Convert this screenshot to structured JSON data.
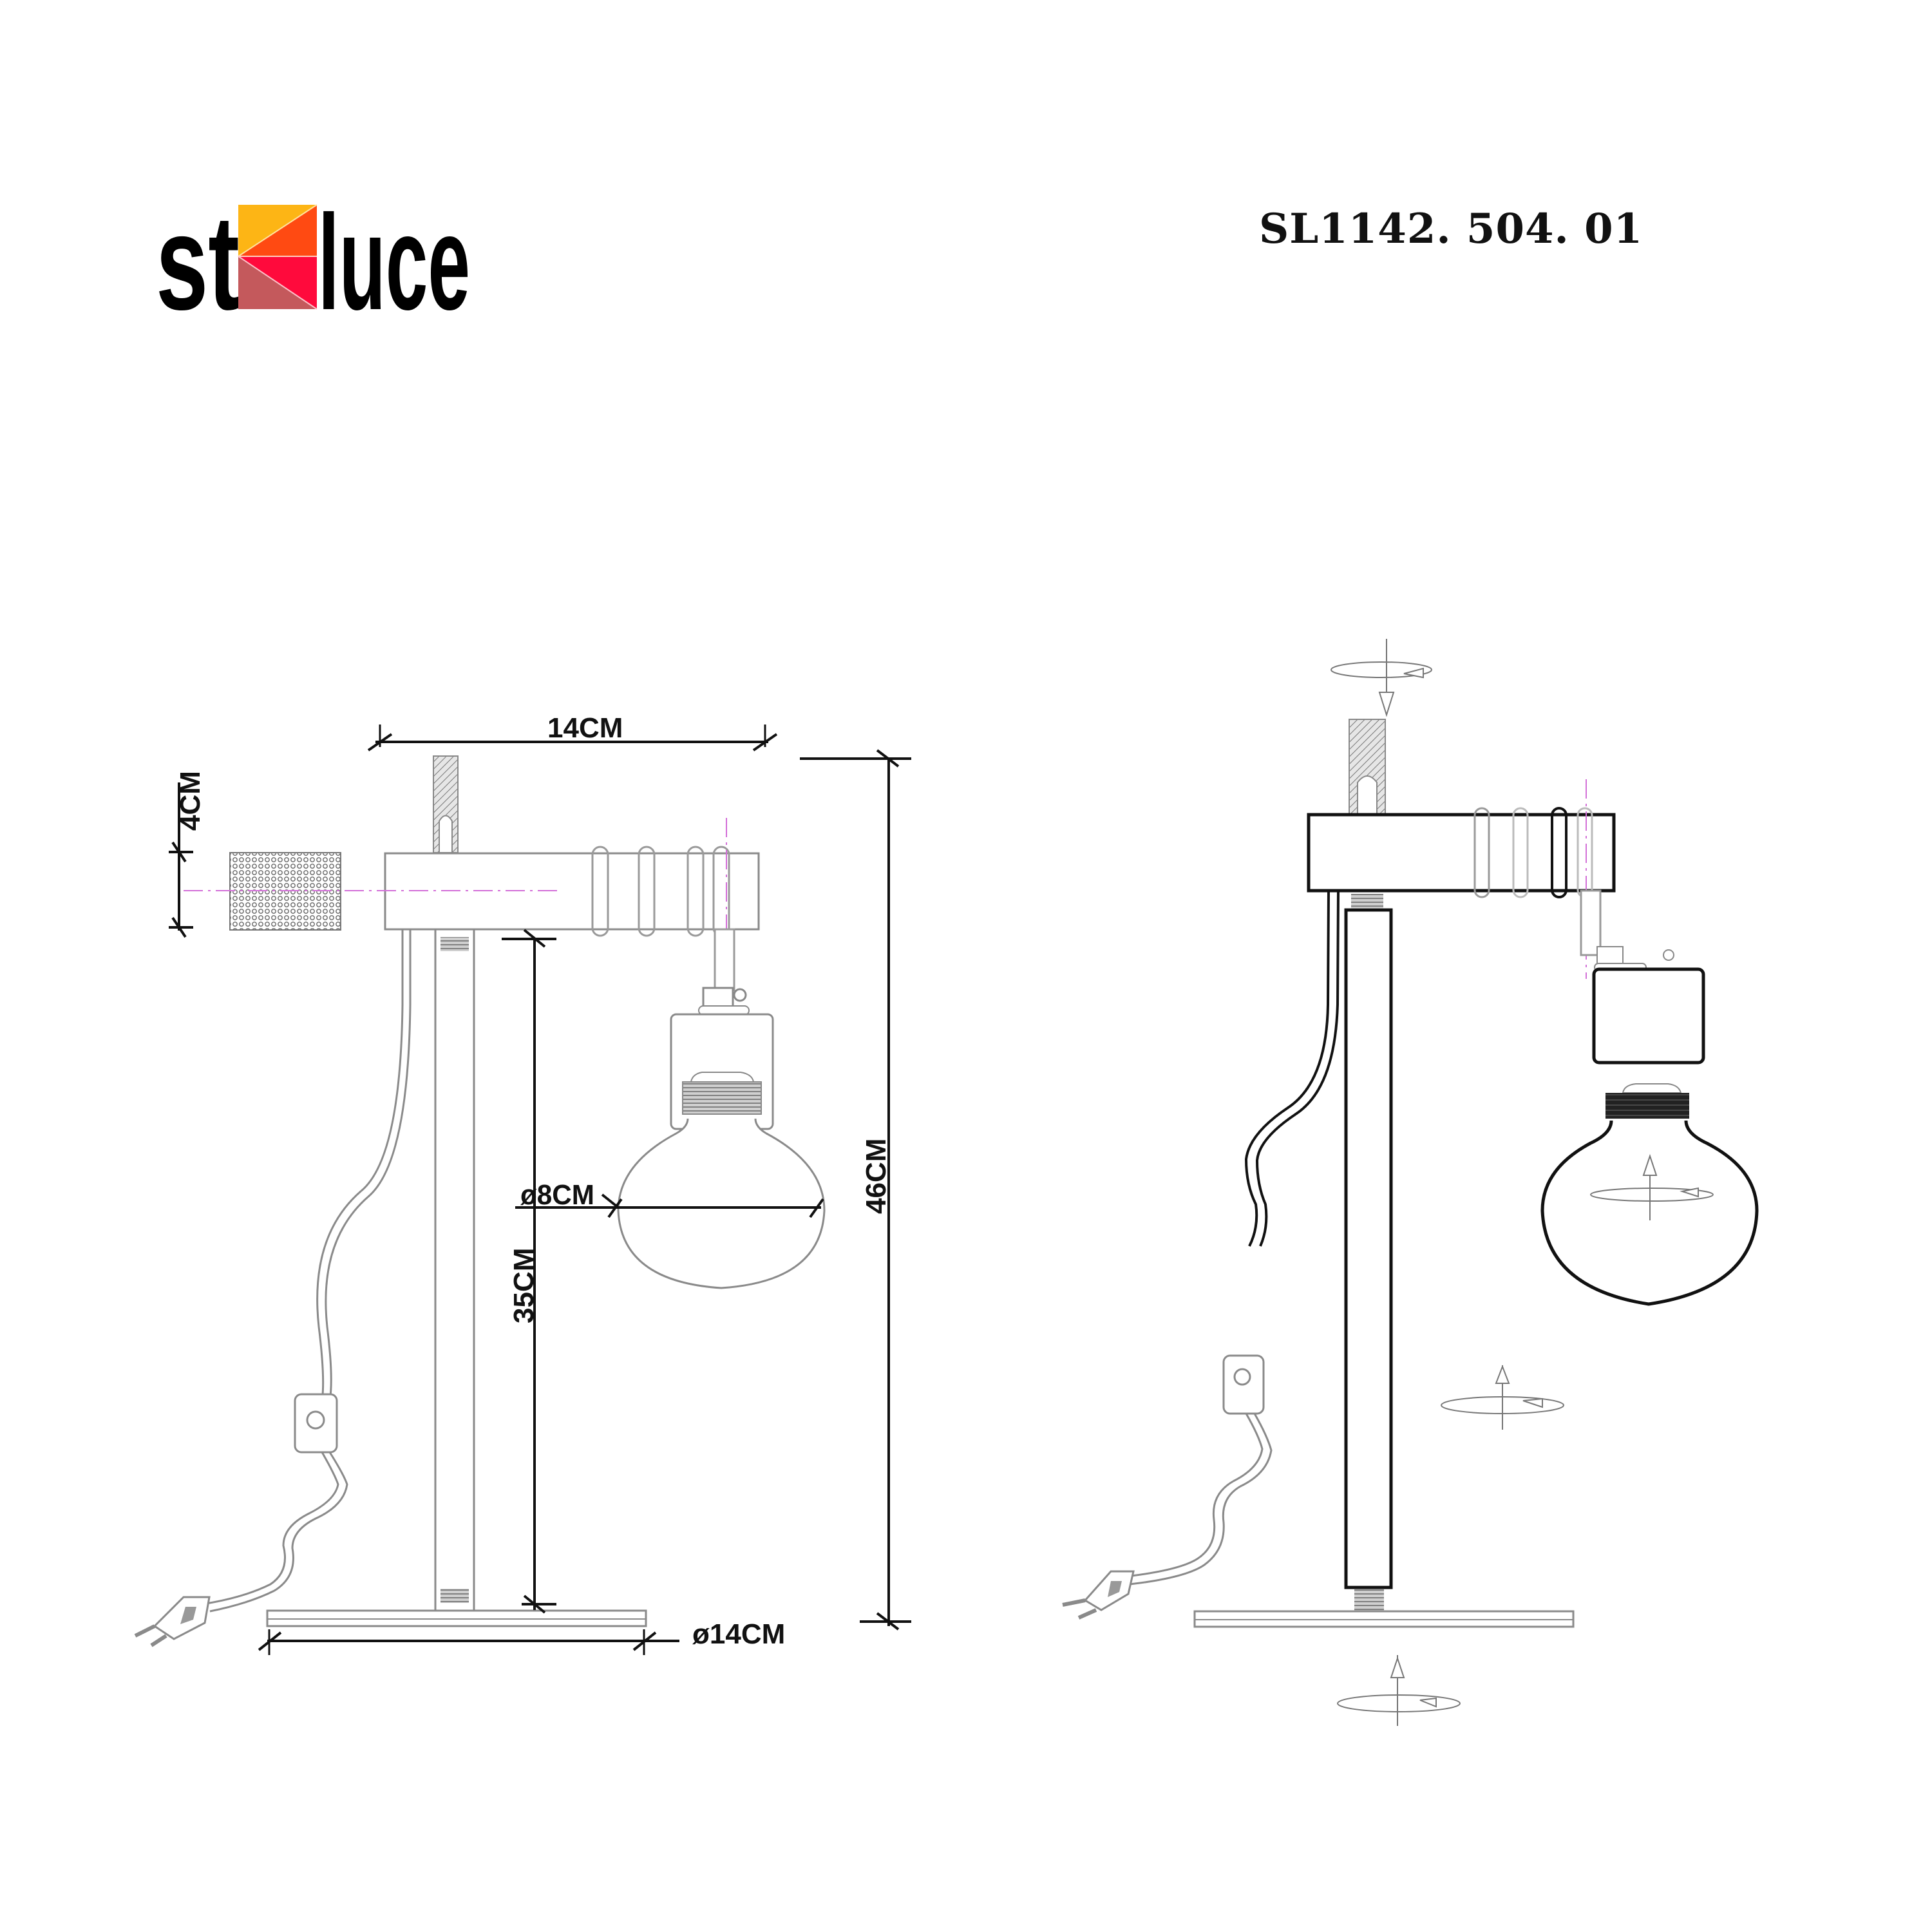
{
  "brand": {
    "name_left": "st",
    "name_right": "luce",
    "colors": {
      "yellow": "#FDB515",
      "orange": "#FF4A12",
      "red": "#FF0A3C",
      "rose": "#C4595C",
      "text": "#000000"
    }
  },
  "model_number": "SL1142. 504. 01",
  "views": [
    {
      "id": "dimensioned-side-view",
      "dimensions": {
        "arm_length": "14CM",
        "arm_height": "4CM",
        "bulb_diameter": "ø8CM",
        "pole_height": "35CM",
        "total_height": "46CM",
        "base_diameter": "ø14CM"
      }
    },
    {
      "id": "assembly-view",
      "instructions": [
        {
          "icon": "rotate-down-arrow-icon",
          "meaning": "screw arm onto top cap"
        },
        {
          "icon": "rotate-up-arrow-icon",
          "meaning": "screw bulb into socket"
        },
        {
          "icon": "rotate-up-arrow-icon",
          "meaning": "screw pole into base"
        },
        {
          "icon": "rotate-up-arrow-icon",
          "meaning": "screw base from below"
        }
      ]
    }
  ],
  "line_colors": {
    "thin": "#8a8a8a",
    "bold": "#111111",
    "centerline": "#d36fd8"
  }
}
